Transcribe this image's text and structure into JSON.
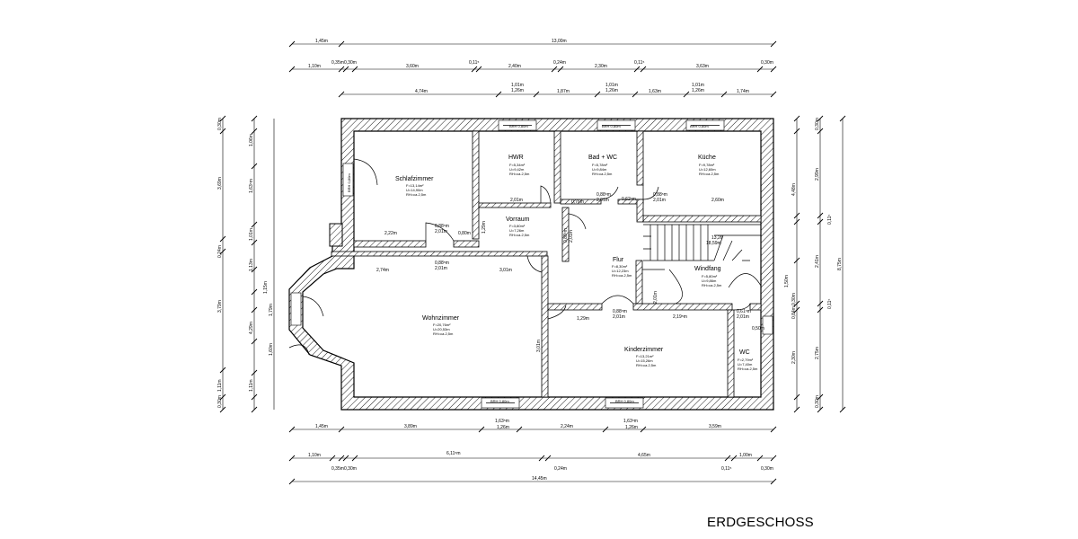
{
  "floor_title": "ERDGESCHOSS",
  "rooms": [
    {
      "name": "Schlafzimmer",
      "area": "F=13,14m²",
      "perimeter": "U=14,90m",
      "height": "RH=ca.2,5m"
    },
    {
      "name": "HWR",
      "area": "F=5,34m²",
      "perimeter": "U=9,42m",
      "height": "RH=ca.2,5m"
    },
    {
      "name": "Bad + WC",
      "area": "F=5,78m²",
      "perimeter": "U=9,84m",
      "height": "RH=ca.2,5m"
    },
    {
      "name": "Küche",
      "area": "F=9,78m²",
      "perimeter": "U=12,60m",
      "height": "RH=ca.2,5m"
    },
    {
      "name": "Vorraum",
      "area": "F=3,80m²",
      "perimeter": "U=7,26m",
      "height": "RH=ca.2,5m"
    },
    {
      "name": "Flur",
      "area": "F=8,30m²",
      "perimeter": "U=12,23m",
      "height": "RH=ca.2,5m"
    },
    {
      "name": "Windfang",
      "area": "F=5,80m²",
      "perimeter": "U=9,86m",
      "height": "RH=ca.2,5m"
    },
    {
      "name": "Wohnzimmer",
      "area": "F=20,76m²",
      "perimeter": "U=20,53m",
      "height": "RH=ca.2,5m"
    },
    {
      "name": "Kinderzimmer",
      "area": "F=13,21m²",
      "perimeter": "U=15,26m",
      "height": "RH=ca.2,5m"
    },
    {
      "name": "WC",
      "area": "F=2,79m²",
      "perimeter": "U=7,40m",
      "height": "RH=ca.2,5m"
    }
  ],
  "window_labels": [
    "BRH 0,80m",
    "BRH 0,80m",
    "BRH 0,80m",
    "BRH 0,80m",
    "BRH 0,80m",
    "BRH 0,80m"
  ],
  "dims": {
    "top1": [
      "1,45m",
      "13,00m"
    ],
    "top2": [
      "1,10m",
      "0,35m",
      "0,30m",
      "3,60m",
      "0,11⁵",
      "2,40m",
      "0,24m",
      "2,30m",
      "0,11⁵",
      "3,63m",
      "0,30m"
    ],
    "top3": [
      "4,74m",
      "1,01m",
      "1,26m",
      "1,87m",
      "1,01m",
      "1,26m",
      "1,63m",
      "1,01m",
      "1,26m",
      "1,74m"
    ],
    "bottom1": [
      "1,45m",
      "3,89m",
      "1,63⁵m",
      "1,26m",
      "2,24m",
      "1,63⁵m",
      "1,26m",
      "3,59m"
    ],
    "bottom2": [
      "1,10m",
      "0,35m",
      "0,30m",
      "6,11⁵m",
      "0,24m",
      "4,65m",
      "0,11⁵",
      "1,00m",
      "0,30m"
    ],
    "bottom3": [
      "14,45m"
    ],
    "left": [
      "0,30m",
      "3,69m",
      "0,24m",
      "3,79m",
      "1,11m",
      "0,30m"
    ],
    "left2": [
      "1,06m",
      "1,63⁵m",
      "1,01m",
      "1,13m",
      "1,15m",
      "1,79m",
      "4,29m",
      "1,60m",
      "1,11m"
    ],
    "right": [
      "0,30m",
      "2,99m",
      "0,11⁵",
      "2,41m",
      "0,11⁵",
      "2,75m",
      "0,30m",
      "8,75m"
    ],
    "right2": [
      "4,48m",
      "1,50m",
      "0,30m",
      "0,84m",
      "2,30m"
    ],
    "interior": [
      "2,22m",
      "0,88⁵m",
      "2,01m",
      "0,80m",
      "1,29m",
      "0,76m",
      "0,88⁵m",
      "2,01m",
      "0,62⁵m",
      "0,88⁵m",
      "2,01m",
      "2,01m",
      "0,88⁵m",
      "2,01m",
      "2,74m",
      "3,01m",
      "0,88⁵m",
      "2,01m",
      "1,29m",
      "0,88⁵m",
      "2,01m",
      "2,19⁵m",
      "0,61⁵m",
      "2,01m",
      "0,50m",
      "13,26",
      "18,59m",
      "2,01m",
      "3,01m",
      "2,60m"
    ]
  }
}
